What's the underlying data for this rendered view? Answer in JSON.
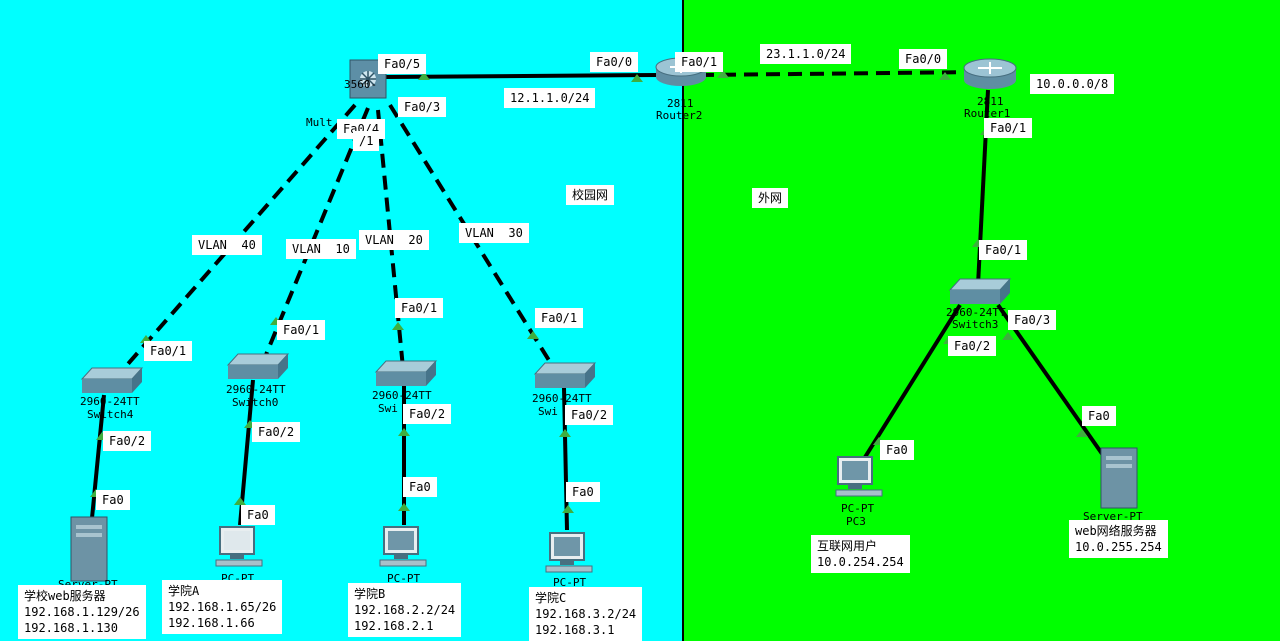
{
  "zones": {
    "campus_label": "校园网",
    "internet_label": "外网"
  },
  "networks": {
    "net_12": "12.1.1.0/24",
    "net_23": "23.1.1.0/24",
    "net_10": "10.0.0.0/8"
  },
  "vlans": {
    "v40": "VLAN  40",
    "v10": "VLAN  10",
    "v20": "VLAN  20",
    "v30": "VLAN  30"
  },
  "ports": {
    "ml_fa05": "Fa0/5",
    "ml_fa04": "Fa0/4",
    "ml_fa03": "Fa0/3",
    "ml_partial": "/1",
    "r2_fa00": "Fa0/0",
    "r2_fa01": "Fa0/1",
    "r1_fa00": "Fa0/0",
    "r1_fa01": "Fa0/1",
    "sw3_fa01": "Fa0/1",
    "sw3_fa02": "Fa0/2",
    "sw3_fa03": "Fa0/3",
    "pc3_fa0": "Fa0",
    "srv_fa0": "Fa0",
    "sw4_fa01": "Fa0/1",
    "sw4_fa02": "Fa0/2",
    "srvA_fa0": "Fa0",
    "sw0_fa01": "Fa0/1",
    "sw0_fa02": "Fa0/2",
    "pcA_fa0": "Fa0",
    "sw1_fa01": "Fa0/1",
    "sw1_fa02": "Fa0/2",
    "pcB_fa0": "Fa0",
    "sw2_fa01": "Fa0/1",
    "sw2_fa02": "Fa0/2",
    "pcC_fa0": "Fa0"
  },
  "devices": {
    "multilayer": {
      "model": "3560-",
      "name": "Mult"
    },
    "router2": {
      "model": "2811",
      "name": "Router2"
    },
    "router1": {
      "model": "2811",
      "name": "Router1"
    },
    "switch3": {
      "model": "2960-24TT",
      "name": "Switch3"
    },
    "switch4": {
      "model": "2960-24TT",
      "name": "Switch4"
    },
    "switch0": {
      "model": "2960-24TT",
      "name": "Switch0"
    },
    "switch1": {
      "model": "2960-24TT",
      "name": "Swi"
    },
    "switch2": {
      "model": "2960-24TT",
      "name": "Swi"
    },
    "pc3": {
      "model": "PC-PT",
      "name": "PC3"
    },
    "server_net": {
      "model": "Server-PT"
    },
    "server_school": {
      "model": "Server-PT"
    },
    "pcA": {
      "model": "PC-PT"
    },
    "pcB": {
      "model": "PC-PT"
    },
    "pcC": {
      "model": "PC-PT"
    }
  },
  "notes": {
    "internet_user": "互联网用户\n10.0.254.254",
    "web_server": "web网络服务器\n10.0.255.254",
    "school_server": "学校web服务器\n192.168.1.129/26\n192.168.1.130",
    "college_a": "学院A\n192.168.1.65/26\n192.168.1.66",
    "college_b": "学院B\n192.168.2.2/24\n192.168.2.1",
    "college_c": "学院C\n192.168.3.2/24\n192.168.3.1"
  },
  "colors": {
    "campus_bg": "#00ffff",
    "internet_bg": "#00ff00",
    "link_up": "#3fae3f"
  }
}
